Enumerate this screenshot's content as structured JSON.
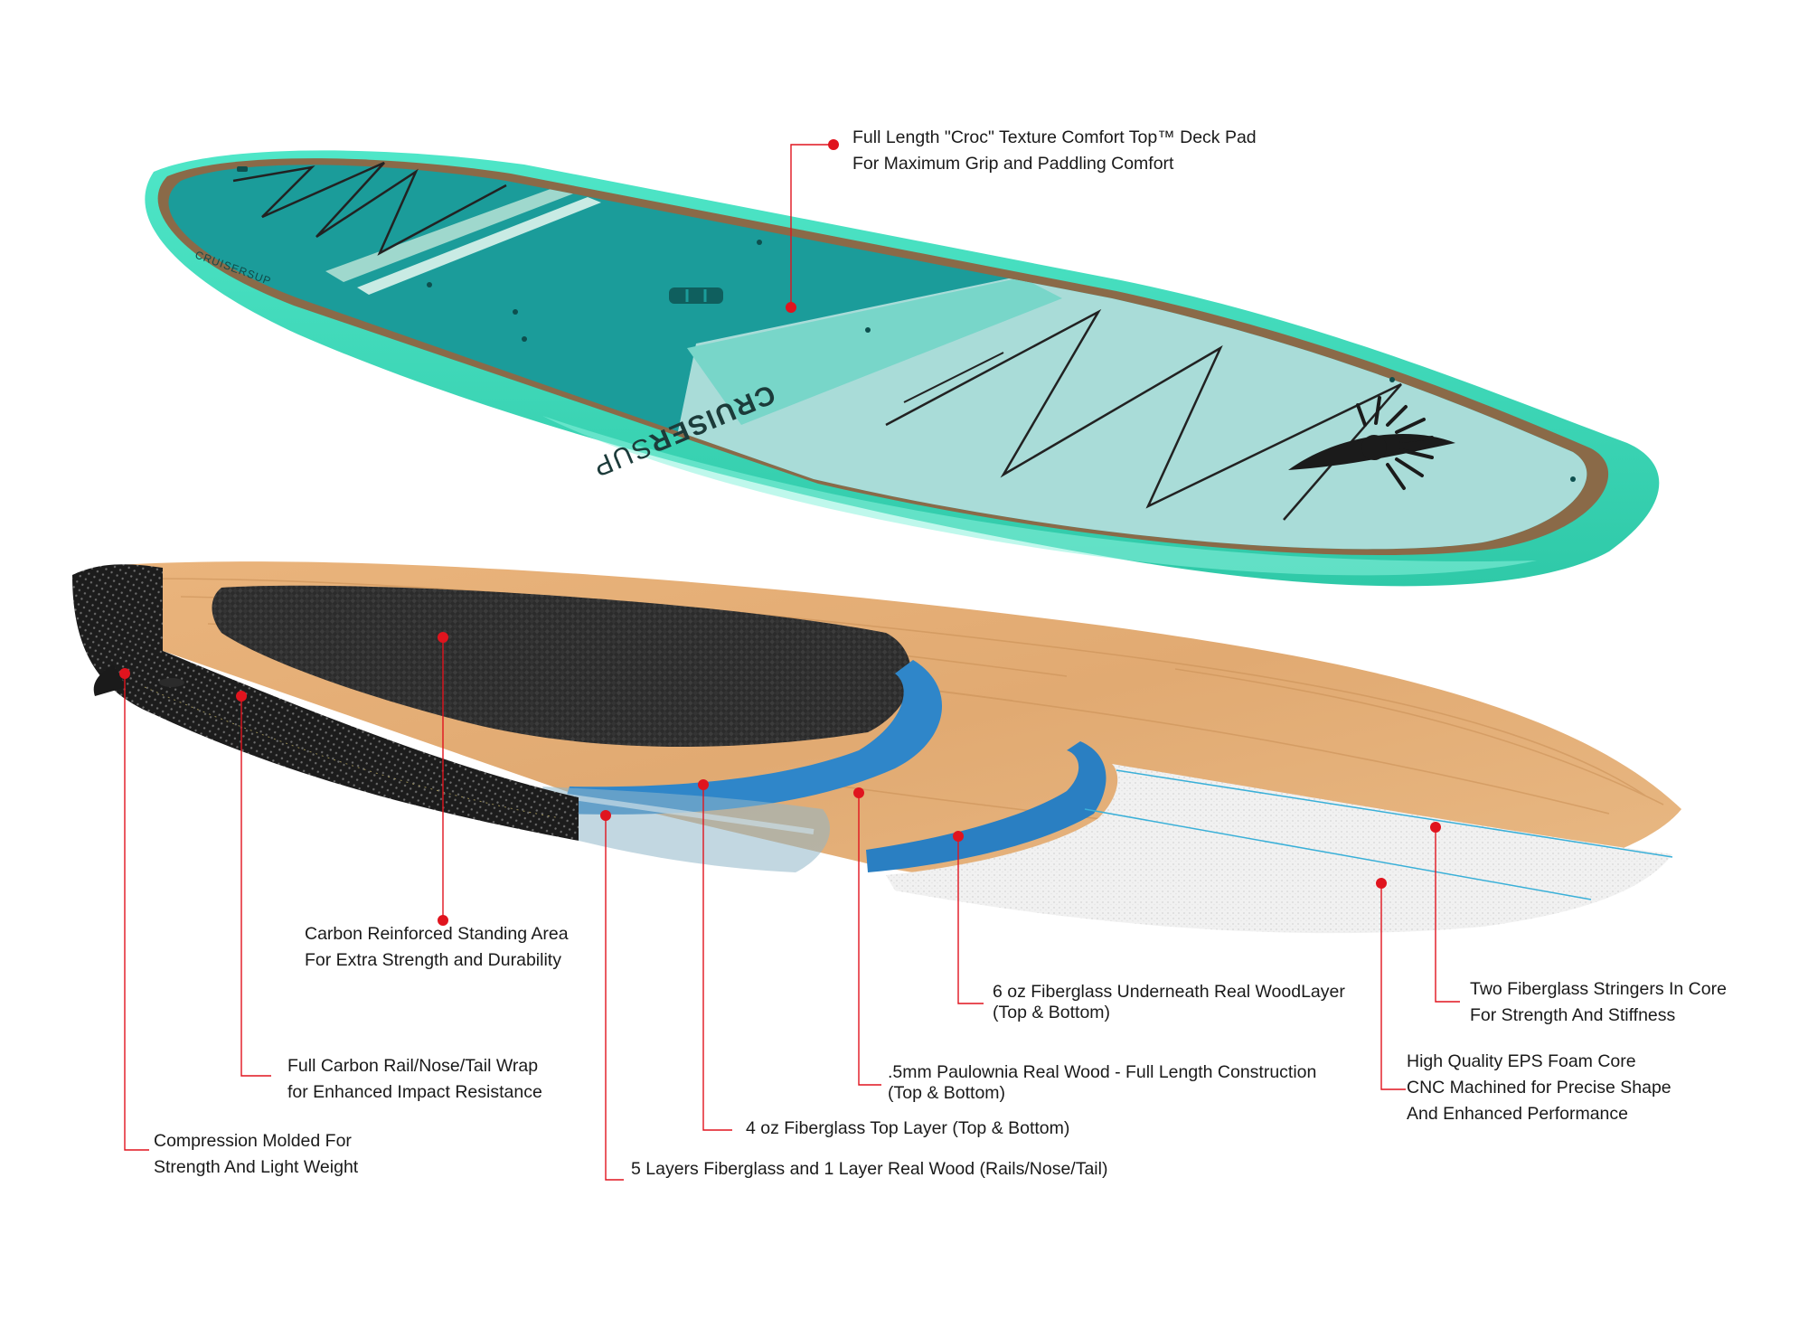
{
  "board_logo": {
    "brand_bold": "CRUISER",
    "brand_light": "SUP",
    "tail_logo": "CRUISERSUP"
  },
  "callouts": [
    {
      "id": "deck-pad",
      "lines": [
        "Full Length \"Croc\" Texture Comfort Top™ Deck Pad",
        "For Maximum Grip and Paddling Comfort"
      ]
    },
    {
      "id": "carbon-standing",
      "lines": [
        "Carbon Reinforced Standing Area",
        "For Extra Strength and Durability"
      ]
    },
    {
      "id": "carbon-rail",
      "lines": [
        "Full Carbon Rail/Nose/Tail Wrap",
        "for Enhanced Impact Resistance"
      ]
    },
    {
      "id": "compression",
      "lines": [
        "Compression Molded For",
        "Strength And Light Weight"
      ]
    },
    {
      "id": "five-layers",
      "lines": [
        "5 Layers Fiberglass and 1 Layer Real Wood (Rails/Nose/Tail)"
      ]
    },
    {
      "id": "four-oz",
      "lines": [
        "4 oz Fiberglass Top Layer (Top & Bottom)"
      ]
    },
    {
      "id": "paulownia",
      "lines": [
        ".5mm Paulownia Real Wood - Full Length Construction",
        "(Top & Bottom)"
      ]
    },
    {
      "id": "six-oz",
      "lines": [
        "6 oz Fiberglass Underneath Real WoodLayer",
        "(Top & Bottom)"
      ]
    },
    {
      "id": "eps-core",
      "lines": [
        "High Quality EPS Foam Core",
        "CNC Machined for Precise Shape",
        "And Enhanced Performance"
      ]
    },
    {
      "id": "stringers",
      "lines": [
        "Two Fiberglass Stringers In Core",
        "For Strength And Stiffness"
      ]
    }
  ],
  "colors": {
    "accent_red": "#e0141e",
    "board_mint": "#3fe0bf",
    "deck_teal": "#1b9c9a",
    "deck_light": "#a9dcd8",
    "wood": "#e4b07a",
    "fiberglass_blue": "#2f86c9",
    "carbon": "#2a2a2a",
    "foam": "#ededed"
  }
}
